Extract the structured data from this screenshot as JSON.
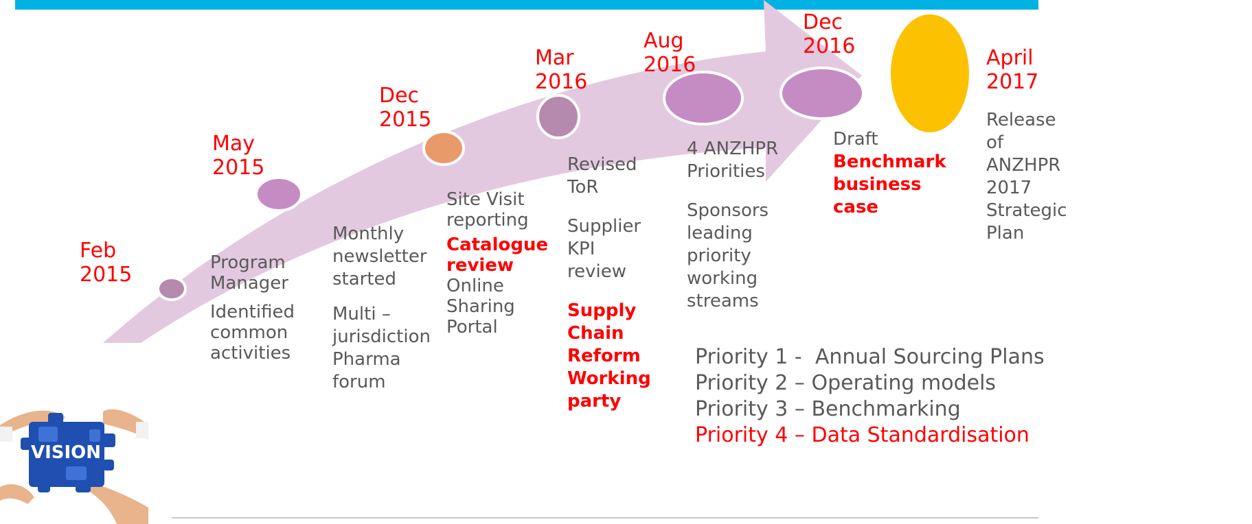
{
  "colors": {
    "top_bar": "#00b2e3",
    "arrow": "#e3c9df",
    "milestone_default": "#c58cc4",
    "milestone_muted": "#b58aae",
    "milestone_orange": "#e99a6a",
    "milestone_gold": "#fcc100",
    "date_text": "#ff0000",
    "body_text": "#595959"
  },
  "milestones": [
    {
      "date_line1": "Feb",
      "date_line2": "2015",
      "color": "#b58aae"
    },
    {
      "date_line1": "May",
      "date_line2": "2015",
      "color": "#c58cc4",
      "texts": [
        "Program",
        "Manager",
        "Identified",
        "common",
        "activities"
      ]
    },
    {
      "date_line1": "Dec",
      "date_line2": "2015",
      "color": "#e99a6a",
      "texts": [
        "Monthly",
        "newsletter",
        "started",
        "Multi –",
        "jurisdiction",
        "Pharma",
        "forum"
      ]
    },
    {
      "date_line1": "Mar",
      "date_line2": "2016",
      "color": "#b58aae",
      "texts": [
        "Site Visit",
        "reporting",
        "Catalogue",
        "review",
        "Online",
        "Sharing",
        "Portal"
      ]
    },
    {
      "date_line1": "Aug",
      "date_line2": "2016",
      "color": "#c58cc4",
      "texts": [
        "Revised",
        "ToR",
        "Supplier",
        "KPI",
        "review",
        "Supply",
        "Chain",
        "Reform",
        "Working",
        "party"
      ]
    },
    {
      "date_line1": "Dec",
      "date_line2": "2016",
      "color": "#c58cc4",
      "texts": [
        "4 ANZHPR",
        "Priorities",
        "Sponsors",
        "leading",
        "priority",
        "working",
        "streams"
      ]
    },
    {
      "date_line1": "April",
      "date_line2": "2017",
      "color": "#fcc100",
      "texts": [
        "Draft",
        "Benchmark",
        "business",
        "case"
      ]
    }
  ],
  "release_text": [
    "Release",
    "of",
    "ANZHPR",
    "2017",
    "Strategic",
    "Plan"
  ],
  "priorities": [
    "Priority 1 -  Annual Sourcing Plans",
    "Priority 2 – Operating models",
    "Priority 3 – Benchmarking",
    "Priority 4 – Data Standardisation"
  ],
  "vision_logo": {
    "word": "VISION",
    "icon": "puzzle-hands-icon"
  }
}
